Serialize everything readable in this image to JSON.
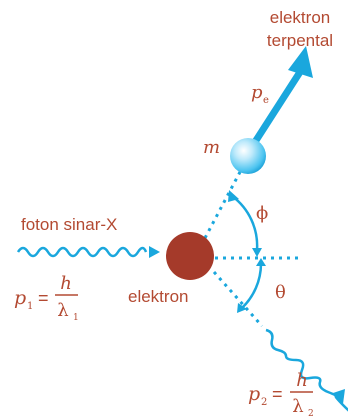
{
  "labels": {
    "scattered_electron_line1": "elektron",
    "scattered_electron_line2": "terpental",
    "electron_momentum": "p",
    "electron_momentum_sub": "e",
    "mass": "m",
    "incident_photon": "foton sinar-X",
    "electron": "elektron",
    "phi": "ϕ",
    "theta": "θ"
  },
  "formula_p1": {
    "p": "p",
    "sub": "1",
    "eq": "=",
    "numerator": "h",
    "denominator": "λ",
    "den_sub": "1"
  },
  "formula_p2": {
    "p": "p",
    "sub": "2",
    "eq": "=",
    "numerator": "h",
    "denominator": "λ",
    "den_sub": "2"
  },
  "colors": {
    "text": "#b34a32",
    "arrow": "#1aa7dd",
    "electron_ball": "#a53a2a",
    "scattered_ball": "#4cc4f0"
  }
}
